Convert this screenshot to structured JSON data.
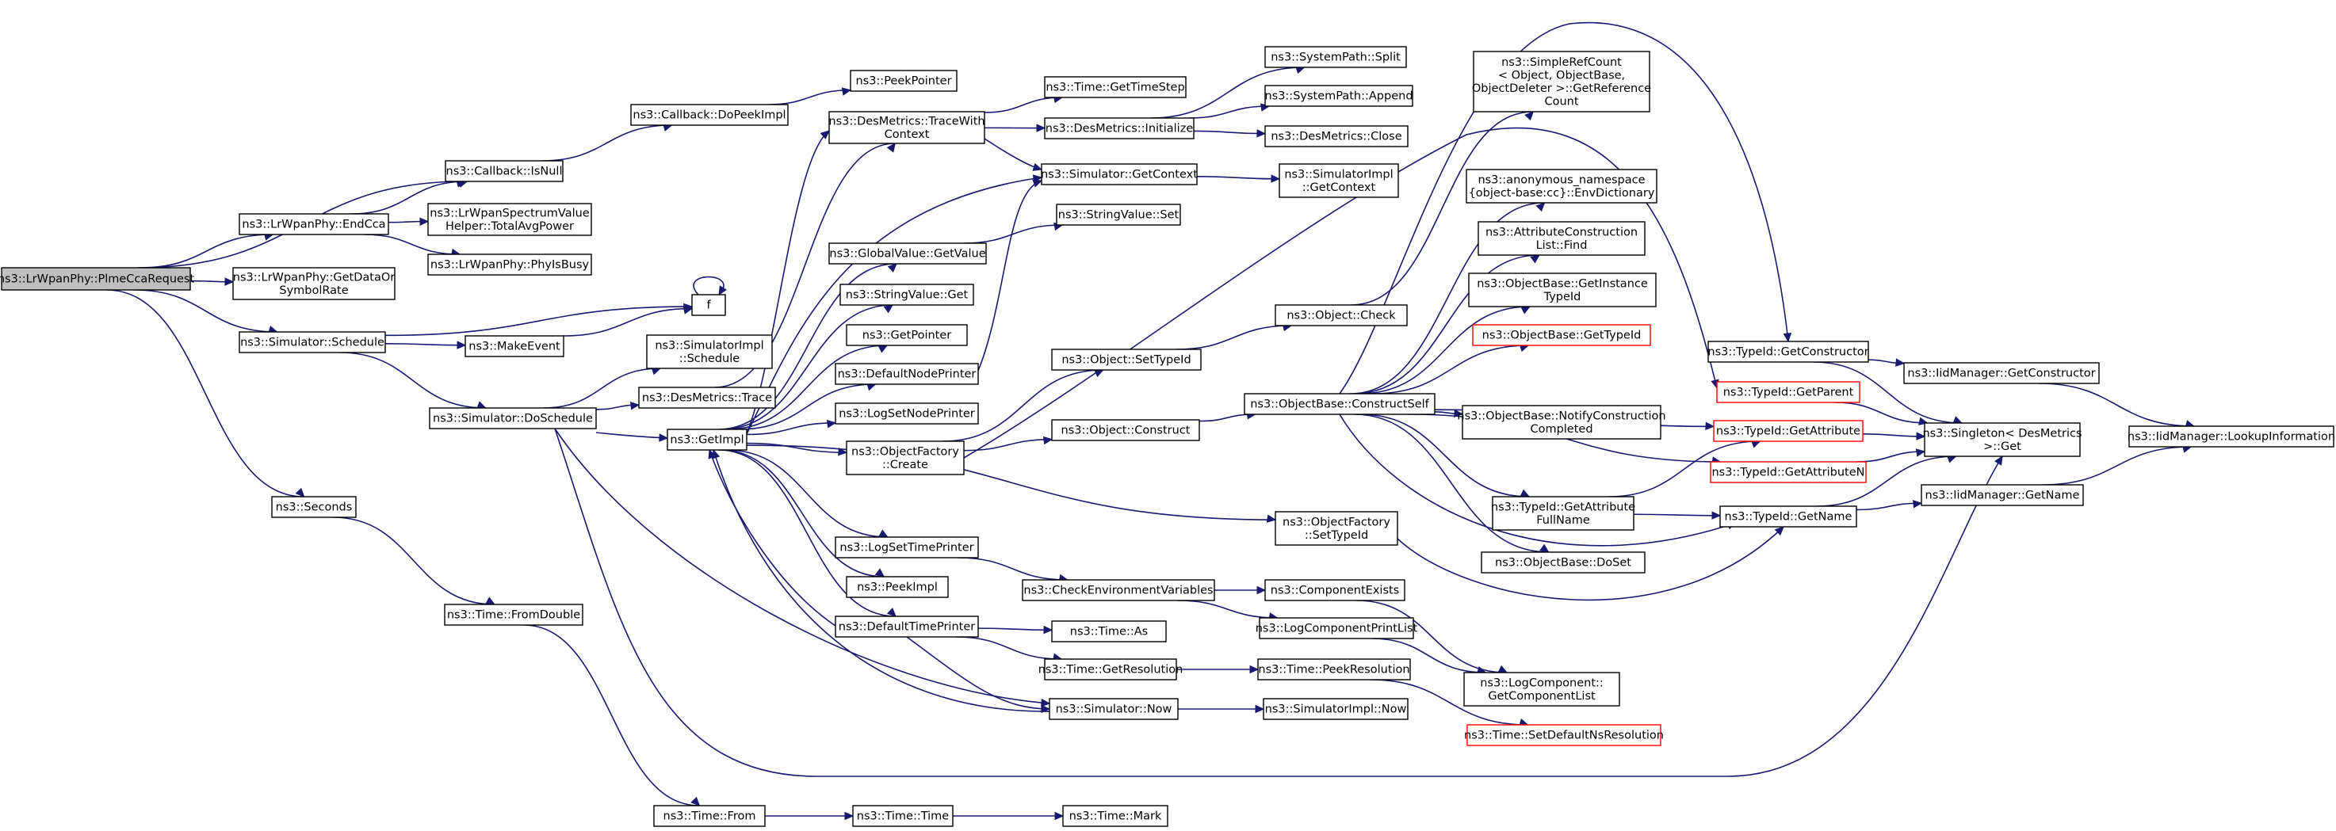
{
  "graph": {
    "nodes": [
      {
        "id": "root",
        "lines": [
          "ns3::LrWpanPhy::PlmeCcaRequest"
        ],
        "style": "root"
      },
      {
        "id": "isnull",
        "lines": [
          "ns3::Callback::IsNull"
        ]
      },
      {
        "id": "dopeekimpl",
        "lines": [
          "ns3::Callback::DoPeekImpl"
        ]
      },
      {
        "id": "peekpointer",
        "lines": [
          "ns3::PeekPointer"
        ]
      },
      {
        "id": "endcca",
        "lines": [
          "ns3::LrWpanPhy::EndCca"
        ]
      },
      {
        "id": "totalavg",
        "lines": [
          "ns3::LrWpanSpectrumValue",
          "Helper::TotalAvgPower"
        ]
      },
      {
        "id": "phyisbusy",
        "lines": [
          "ns3::LrWpanPhy::PhyIsBusy"
        ]
      },
      {
        "id": "getdataor",
        "lines": [
          "ns3::LrWpanPhy::GetDataOr",
          "SymbolRate"
        ]
      },
      {
        "id": "schedule",
        "lines": [
          "ns3::Simulator::Schedule"
        ]
      },
      {
        "id": "f",
        "lines": [
          "f"
        ]
      },
      {
        "id": "makeevent",
        "lines": [
          "ns3::MakeEvent"
        ]
      },
      {
        "id": "doschedule",
        "lines": [
          "ns3::Simulator::DoSchedule"
        ]
      },
      {
        "id": "simimplschedule",
        "lines": [
          "ns3::SimulatorImpl",
          "::Schedule"
        ]
      },
      {
        "id": "desmetricstrace",
        "lines": [
          "ns3::DesMetrics::Trace"
        ]
      },
      {
        "id": "getimpl",
        "lines": [
          "ns3::GetImpl"
        ]
      },
      {
        "id": "seconds",
        "lines": [
          "ns3::Seconds"
        ]
      },
      {
        "id": "fromdouble",
        "lines": [
          "ns3::Time::FromDouble"
        ]
      },
      {
        "id": "from",
        "lines": [
          "ns3::Time::From"
        ]
      },
      {
        "id": "timetime",
        "lines": [
          "ns3::Time::Time"
        ]
      },
      {
        "id": "timemark",
        "lines": [
          "ns3::Time::Mark"
        ]
      },
      {
        "id": "tracewith",
        "lines": [
          "ns3::DesMetrics::TraceWith",
          "Context"
        ]
      },
      {
        "id": "gettimestep",
        "lines": [
          "ns3::Time::GetTimeStep"
        ]
      },
      {
        "id": "desinit",
        "lines": [
          "ns3::DesMetrics::Initialize"
        ]
      },
      {
        "id": "split",
        "lines": [
          "ns3::SystemPath::Split"
        ]
      },
      {
        "id": "append",
        "lines": [
          "ns3::SystemPath::Append"
        ]
      },
      {
        "id": "desclose",
        "lines": [
          "ns3::DesMetrics::Close"
        ]
      },
      {
        "id": "getcontext",
        "lines": [
          "ns3::Simulator::GetContext"
        ]
      },
      {
        "id": "simimplgetcontext",
        "lines": [
          "ns3::SimulatorImpl",
          "::GetContext"
        ]
      },
      {
        "id": "globalget",
        "lines": [
          "ns3::GlobalValue::GetValue"
        ]
      },
      {
        "id": "strset",
        "lines": [
          "ns3::StringValue::Set"
        ]
      },
      {
        "id": "strget",
        "lines": [
          "ns3::StringValue::Get"
        ]
      },
      {
        "id": "getpointer",
        "lines": [
          "ns3::GetPointer"
        ]
      },
      {
        "id": "defnodeprinter",
        "lines": [
          "ns3::DefaultNodePrinter"
        ]
      },
      {
        "id": "logsetnode",
        "lines": [
          "ns3::LogSetNodePrinter"
        ]
      },
      {
        "id": "objfactcreate",
        "lines": [
          "ns3::ObjectFactory",
          "::Create"
        ]
      },
      {
        "id": "objsettypeid",
        "lines": [
          "ns3::Object::SetTypeId"
        ]
      },
      {
        "id": "objconstruct",
        "lines": [
          "ns3::Object::Construct"
        ]
      },
      {
        "id": "objcheck",
        "lines": [
          "ns3::Object::Check"
        ]
      },
      {
        "id": "objfactsettypeid",
        "lines": [
          "ns3::ObjectFactory",
          "::SetTypeId"
        ]
      },
      {
        "id": "logsettime",
        "lines": [
          "ns3::LogSetTimePrinter"
        ]
      },
      {
        "id": "peekimpl",
        "lines": [
          "ns3::PeekImpl"
        ]
      },
      {
        "id": "deftimeprinter",
        "lines": [
          "ns3::DefaultTimePrinter"
        ]
      },
      {
        "id": "checkenv",
        "lines": [
          "ns3::CheckEnvironmentVariables"
        ]
      },
      {
        "id": "compexists",
        "lines": [
          "ns3::ComponentExists"
        ]
      },
      {
        "id": "logcompprint",
        "lines": [
          "ns3::LogComponentPrintList"
        ]
      },
      {
        "id": "timeas",
        "lines": [
          "ns3::Time::As"
        ]
      },
      {
        "id": "getres",
        "lines": [
          "ns3::Time::GetResolution"
        ]
      },
      {
        "id": "peekres",
        "lines": [
          "ns3::Time::PeekResolution"
        ]
      },
      {
        "id": "simnow",
        "lines": [
          "ns3::Simulator::Now"
        ]
      },
      {
        "id": "simimplnow",
        "lines": [
          "ns3::SimulatorImpl::Now"
        ]
      },
      {
        "id": "constructself",
        "lines": [
          "ns3::ObjectBase::ConstructSelf"
        ]
      },
      {
        "id": "refcount",
        "lines": [
          "ns3::SimpleRefCount",
          "< Object, ObjectBase,",
          "ObjectDeleter >::GetReference",
          "Count"
        ]
      },
      {
        "id": "envdict",
        "lines": [
          "ns3::anonymous_namespace",
          "{object-base:cc}::EnvDictionary"
        ]
      },
      {
        "id": "attrfind",
        "lines": [
          "ns3::AttributeConstruction",
          "List::Find"
        ]
      },
      {
        "id": "getinstance",
        "lines": [
          "ns3::ObjectBase::GetInstance",
          "TypeId"
        ]
      },
      {
        "id": "obgettypeid",
        "lines": [
          "ns3::ObjectBase::GetTypeId"
        ],
        "style": "red"
      },
      {
        "id": "notifycons",
        "lines": [
          "ns3::ObjectBase::NotifyConstruction",
          "Completed"
        ]
      },
      {
        "id": "getattrfull",
        "lines": [
          "ns3::TypeId::GetAttribute",
          "FullName"
        ]
      },
      {
        "id": "doset",
        "lines": [
          "ns3::ObjectBase::DoSet"
        ]
      },
      {
        "id": "getcomplist",
        "lines": [
          "ns3::LogComponent::",
          "GetComponentList"
        ]
      },
      {
        "id": "setdefres",
        "lines": [
          "ns3::Time::SetDefaultNsResolution"
        ],
        "style": "red"
      },
      {
        "id": "getconstructor",
        "lines": [
          "ns3::TypeId::GetConstructor"
        ]
      },
      {
        "id": "getparent",
        "lines": [
          "ns3::TypeId::GetParent"
        ],
        "style": "red"
      },
      {
        "id": "getattribute",
        "lines": [
          "ns3::TypeId::GetAttribute"
        ],
        "style": "red"
      },
      {
        "id": "getattributen",
        "lines": [
          "ns3::TypeId::GetAttributeN"
        ],
        "style": "red"
      },
      {
        "id": "getname",
        "lines": [
          "ns3::TypeId::GetName"
        ]
      },
      {
        "id": "iidgetconstructor",
        "lines": [
          "ns3::IidManager::GetConstructor"
        ]
      },
      {
        "id": "singletonget",
        "lines": [
          "ns3::Singleton< DesMetrics",
          ">::Get"
        ]
      },
      {
        "id": "iidgetname",
        "lines": [
          "ns3::IidManager::GetName"
        ]
      },
      {
        "id": "lookupinfo",
        "lines": [
          "ns3::IidManager::LookupInformation"
        ]
      }
    ],
    "edges": [
      [
        "root",
        "isnull"
      ],
      [
        "root",
        "endcca"
      ],
      [
        "root",
        "getdataor"
      ],
      [
        "root",
        "schedule"
      ],
      [
        "root",
        "seconds"
      ],
      [
        "isnull",
        "dopeekimpl"
      ],
      [
        "dopeekimpl",
        "peekpointer"
      ],
      [
        "endcca",
        "isnull"
      ],
      [
        "endcca",
        "totalavg"
      ],
      [
        "endcca",
        "phyisbusy"
      ],
      [
        "schedule",
        "f"
      ],
      [
        "schedule",
        "makeevent"
      ],
      [
        "schedule",
        "doschedule"
      ],
      [
        "f",
        "f"
      ],
      [
        "makeevent",
        "f"
      ],
      [
        "doschedule",
        "simimplschedule"
      ],
      [
        "doschedule",
        "desmetricstrace"
      ],
      [
        "doschedule",
        "getimpl"
      ],
      [
        "doschedule",
        "simnow"
      ],
      [
        "doschedule",
        "singletonget"
      ],
      [
        "desmetricstrace",
        "tracewith"
      ],
      [
        "tracewith",
        "gettimestep"
      ],
      [
        "tracewith",
        "desinit"
      ],
      [
        "tracewith",
        "getcontext"
      ],
      [
        "desinit",
        "split"
      ],
      [
        "desinit",
        "append"
      ],
      [
        "desinit",
        "desclose"
      ],
      [
        "getcontext",
        "simimplgetcontext"
      ],
      [
        "globalget",
        "strset"
      ],
      [
        "seconds",
        "fromdouble"
      ],
      [
        "fromdouble",
        "from"
      ],
      [
        "from",
        "timetime"
      ],
      [
        "timetime",
        "timemark"
      ],
      [
        "getimpl",
        "tracewith"
      ],
      [
        "getimpl",
        "getcontext"
      ],
      [
        "getimpl",
        "globalget"
      ],
      [
        "getimpl",
        "strget"
      ],
      [
        "getimpl",
        "getpointer"
      ],
      [
        "getimpl",
        "defnodeprinter"
      ],
      [
        "getimpl",
        "logsetnode"
      ],
      [
        "getimpl",
        "objfactcreate"
      ],
      [
        "getimpl",
        "objfactsettypeid"
      ],
      [
        "getimpl",
        "logsettime"
      ],
      [
        "getimpl",
        "peekimpl"
      ],
      [
        "getimpl",
        "deftimeprinter"
      ],
      [
        "defnodeprinter",
        "getcontext"
      ],
      [
        "objfactcreate",
        "objsettypeid"
      ],
      [
        "objfactcreate",
        "objconstruct"
      ],
      [
        "objfactcreate",
        "getparent"
      ],
      [
        "objsettypeid",
        "objcheck"
      ],
      [
        "objcheck",
        "refcount"
      ],
      [
        "objconstruct",
        "constructself"
      ],
      [
        "constructself",
        "envdict"
      ],
      [
        "constructself",
        "attrfind"
      ],
      [
        "constructself",
        "getinstance"
      ],
      [
        "constructself",
        "obgettypeid"
      ],
      [
        "constructself",
        "notifycons"
      ],
      [
        "constructself",
        "getattrfull"
      ],
      [
        "constructself",
        "doset"
      ],
      [
        "constructself",
        "getattribute"
      ],
      [
        "constructself",
        "getattributen"
      ],
      [
        "constructself",
        "getname"
      ],
      [
        "constructself",
        "getconstructor"
      ],
      [
        "objfactsettypeid",
        "getname"
      ],
      [
        "logsettime",
        "checkenv"
      ],
      [
        "checkenv",
        "compexists"
      ],
      [
        "checkenv",
        "logcompprint"
      ],
      [
        "compexists",
        "getcomplist"
      ],
      [
        "logcompprint",
        "getcomplist"
      ],
      [
        "deftimeprinter",
        "timeas"
      ],
      [
        "deftimeprinter",
        "getres"
      ],
      [
        "deftimeprinter",
        "simnow"
      ],
      [
        "deftimeprinter",
        "getimpl"
      ],
      [
        "getres",
        "peekres"
      ],
      [
        "peekres",
        "setdefres"
      ],
      [
        "simnow",
        "simimplnow"
      ],
      [
        "simnow",
        "getimpl"
      ],
      [
        "getattrfull",
        "getattribute"
      ],
      [
        "getattrfull",
        "getname"
      ],
      [
        "getconstructor",
        "iidgetconstructor"
      ],
      [
        "getconstructor",
        "singletonget"
      ],
      [
        "getparent",
        "singletonget"
      ],
      [
        "getattribute",
        "singletonget"
      ],
      [
        "getattributen",
        "singletonget"
      ],
      [
        "getname",
        "singletonget"
      ],
      [
        "getname",
        "iidgetname"
      ],
      [
        "iidgetconstructor",
        "lookupinfo"
      ],
      [
        "iidgetname",
        "lookupinfo"
      ]
    ]
  }
}
